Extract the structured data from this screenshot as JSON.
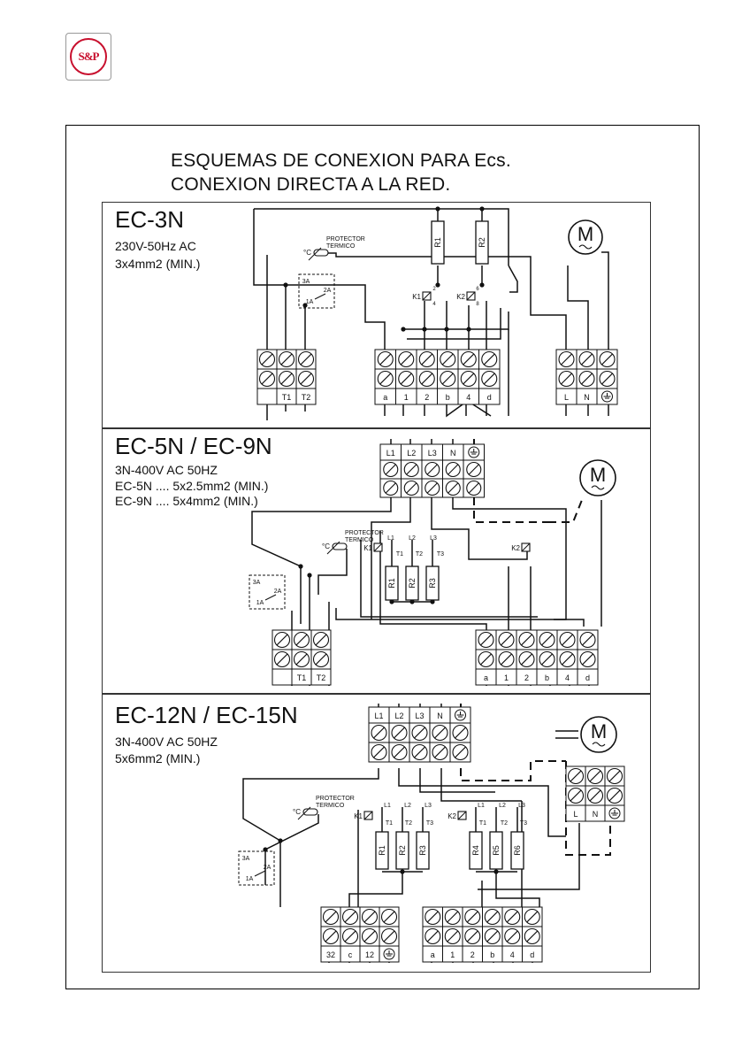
{
  "brand": {
    "logo_text": "S&P",
    "brand_color": "#c8102e"
  },
  "heading": {
    "line1": "ESQUEMAS DE CONEXION PARA Ecs.",
    "line2": "CONEXION DIRECTA A LA RED."
  },
  "sections": [
    {
      "model": "EC-3N",
      "specs": [
        "230V-50Hz AC",
        "3x4mm2 (MIN.)"
      ],
      "protector": [
        "PROTECTOR",
        "TERMICO"
      ],
      "thermo": [
        "3A",
        "2A",
        "1A"
      ],
      "terminals_left": [
        "T1",
        "T2"
      ],
      "terminals_mid": [
        "a",
        "1",
        "2",
        "b",
        "4",
        "d"
      ],
      "terminals_right": [
        "L",
        "N"
      ],
      "resistors": [
        "R1",
        "R2"
      ],
      "relays": [
        "K1",
        "K2"
      ],
      "motor": "M"
    },
    {
      "model": "EC-5N / EC-9N",
      "specs": [
        "3N-400V AC 50HZ",
        "EC-5N .... 5x2.5mm2 (MIN.)",
        "EC-9N .... 5x4mm2   (MIN.)"
      ],
      "protector": [
        "PROTECTOR",
        "TERMICO"
      ],
      "thermo": [
        "3A",
        "2A",
        "1A"
      ],
      "terminals_supply": [
        "L1",
        "L2",
        "L3",
        "N"
      ],
      "terminals_left": [
        "T1",
        "T2"
      ],
      "terminals_right": [
        "a",
        "1",
        "2",
        "b",
        "4",
        "d"
      ],
      "resistors": [
        "R1",
        "R2",
        "R3"
      ],
      "relays": [
        "K1",
        "K2"
      ],
      "motor": "M"
    },
    {
      "model": "EC-12N / EC-15N",
      "specs": [
        "3N-400V AC 50HZ",
        "5x6mm2 (MIN.)"
      ],
      "protector": [
        "PROTECTOR",
        "TERMICO"
      ],
      "thermo": [
        "3A",
        "2A",
        "1A"
      ],
      "terminals_supply": [
        "L1",
        "L2",
        "L3",
        "N"
      ],
      "terminals_left": [
        "32",
        "c",
        "12"
      ],
      "terminals_right": [
        "a",
        "1",
        "2",
        "b",
        "4",
        "d"
      ],
      "terminals_motor": [
        "L",
        "N"
      ],
      "resistors_a": [
        "R1",
        "R2",
        "R3"
      ],
      "resistors_b": [
        "R4",
        "R5",
        "R6"
      ],
      "relays": [
        "K1",
        "K2"
      ],
      "motor": "M"
    }
  ]
}
